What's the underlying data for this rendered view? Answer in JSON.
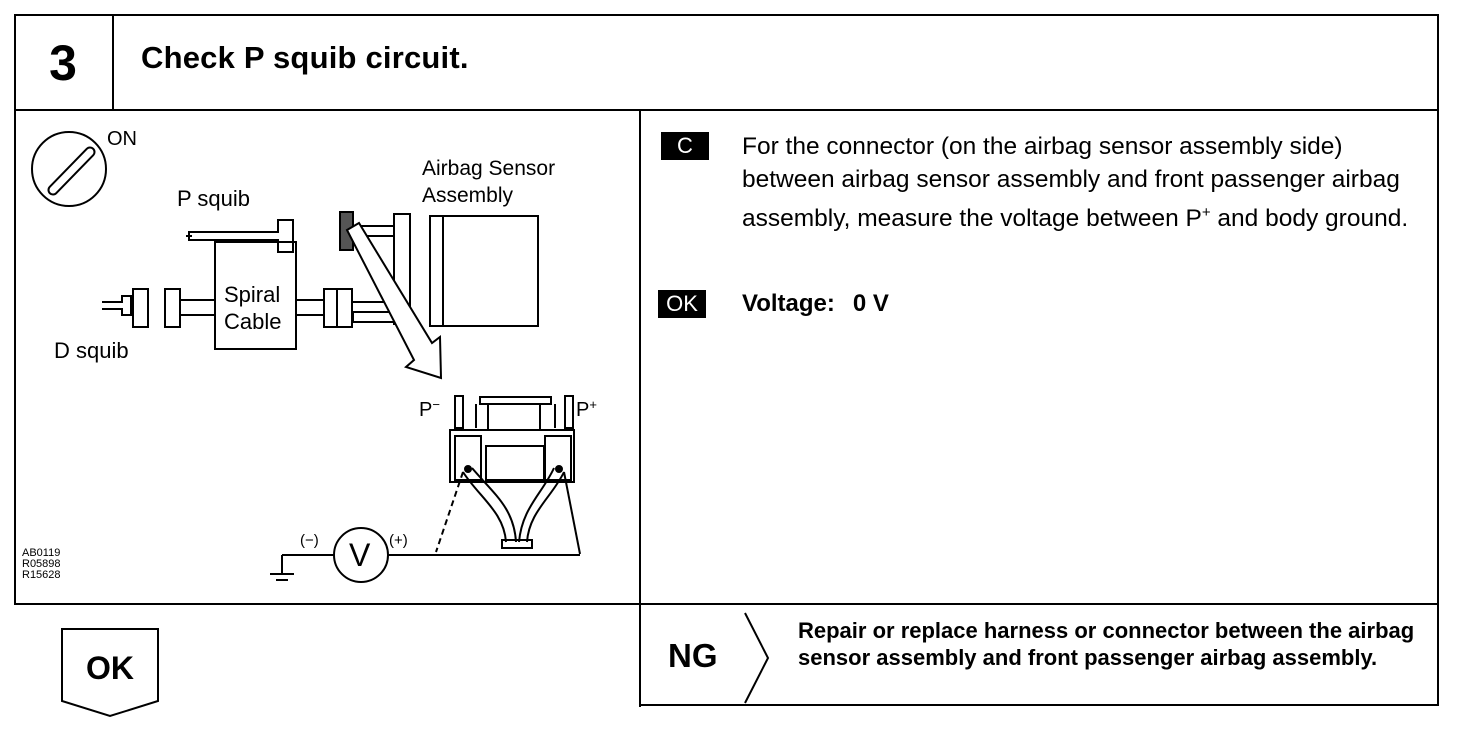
{
  "header": {
    "step_number": "3",
    "title": "Check P squib circuit."
  },
  "diagram": {
    "switch_label": "ON",
    "p_squib": "P squib",
    "sensor_line1": "Airbag Sensor",
    "sensor_line2": "Assembly",
    "spiral_line1": "Spiral",
    "spiral_line2": "Cable",
    "d_squib": "D squib",
    "p_minus": "P",
    "p_plus": "P",
    "minus_sup": "−",
    "plus_sup": "+",
    "meter_symbol": "V",
    "meter_neg": "(−)",
    "meter_pos": "(+)",
    "figure_codes": [
      "AB0119",
      "R05898",
      "R15628"
    ]
  },
  "instruction": {
    "badge": "C",
    "text_before": "For the connector (on the airbag sensor assembly side) between airbag sensor assembly and front passenger airbag assembly, measure the voltage between P",
    "superscript": "+",
    "text_after": " and body ground."
  },
  "spec": {
    "badge": "OK",
    "label": "Voltage:",
    "value": "0 V"
  },
  "ng_result": {
    "label": "NG",
    "text": "Repair or replace harness or connector between the airbag sensor assembly and front passenger airbag assembly."
  },
  "ok_result": {
    "label": "OK"
  }
}
